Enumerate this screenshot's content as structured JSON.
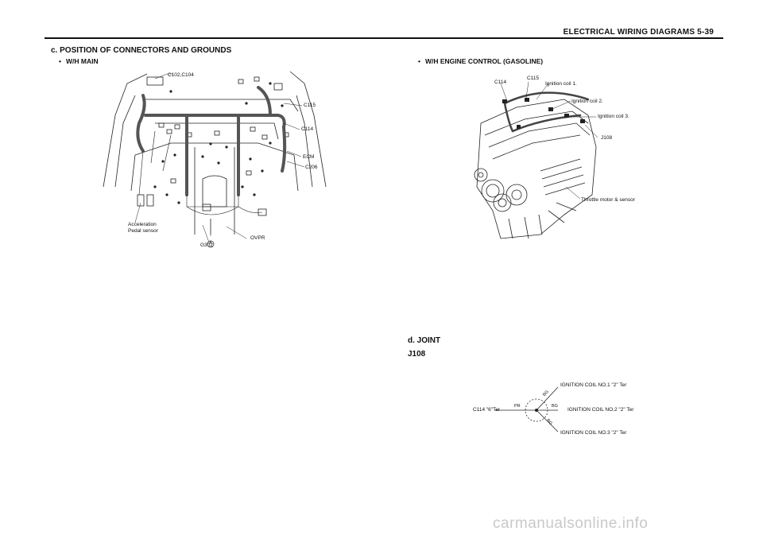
{
  "header": {
    "title": "ELECTRICAL WIRING DIAGRAMS  5-39"
  },
  "left": {
    "section": "c. POSITION OF CONNECTORS AND GROUNDS",
    "bullet": "W/H MAIN",
    "labels": {
      "c102": "C102,C104",
      "c115": "C115",
      "c114": "C114",
      "ecm": "ECM",
      "c206": "C206",
      "accel1": "Acceleration",
      "accel2": "Pedal sensor",
      "ovpr": "OVPR",
      "g302": "G302",
      "circle_a": "A"
    }
  },
  "right": {
    "bullet": "W/H ENGINE CONTROL (GASOLINE)",
    "labels": {
      "c114": "C114",
      "c115": "C115",
      "coil1": "Ignition coil 1.",
      "coil2": "Ignition coil 2.",
      "coil3": "Ignition coil 3.",
      "j108": "J108",
      "throttle": "Throttle motor & sensor"
    }
  },
  "joint": {
    "section": "d. JOINT",
    "sub": "J108",
    "source": "C114 \"6\"Ter",
    "wire_in": "PR",
    "wire_out": [
      "BG",
      "BG",
      "BG"
    ],
    "targets": [
      "IGNITION COIL NO.1 \"2\" Ter",
      "IGNITION COIL NO.2 \"2\" Ter",
      "IGNITION COIL NO.3 \"2\" Ter"
    ]
  },
  "watermark": "carmanualsonline.info"
}
